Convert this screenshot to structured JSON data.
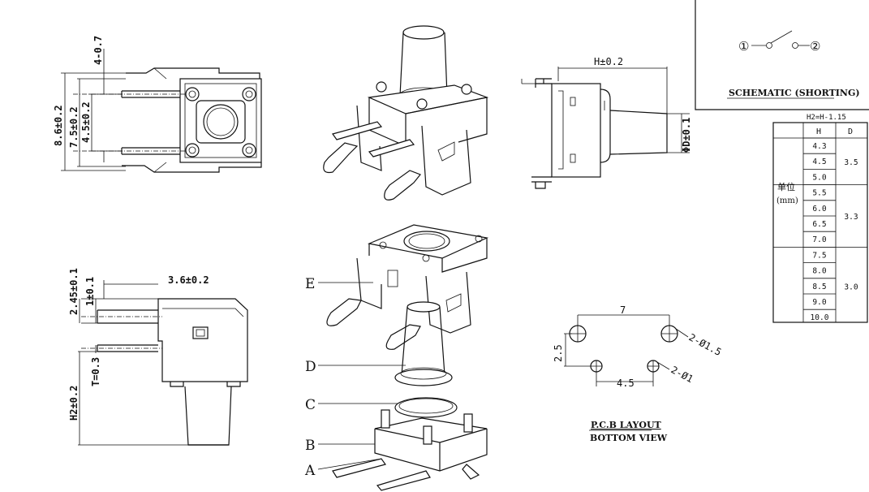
{
  "front_view": {
    "dims": [
      "8.6±0.2",
      "7.5±0.2",
      "4.5±0.2",
      "4-0.7"
    ]
  },
  "top_right_view": {
    "dims": [
      "H±0.2",
      "ΦD±0.1"
    ]
  },
  "side_view": {
    "dims": [
      "3.6±0.2",
      "2.45±0.1",
      "1±0.1",
      "T=0.3",
      "H2±0.2"
    ]
  },
  "exploded": {
    "parts": [
      "E",
      "D",
      "C",
      "B",
      "A"
    ]
  },
  "pcb_layout": {
    "dims": [
      "7",
      "2.5",
      "4.5",
      "2-Ø1.5",
      "2-Ø1"
    ],
    "title": "P.C.B LAYOUT",
    "subtitle": "BOTTOM VIEW"
  },
  "schematic": {
    "pin1": "①",
    "pin2": "②",
    "title": "SCHEMATIC (SHORTING)"
  },
  "size_table": {
    "formula": "H2=H-1.15",
    "headers": [
      "H",
      "D"
    ],
    "unit_label": "单位",
    "unit": "(mm)",
    "h_values": [
      "4.3",
      "4.5",
      "5.0",
      "5.5",
      "6.0",
      "6.5",
      "7.0",
      "7.5",
      "8.0",
      "8.5",
      "9.0",
      "10.0"
    ],
    "d_groups": [
      "3.5",
      "3.3",
      "3.0"
    ]
  }
}
